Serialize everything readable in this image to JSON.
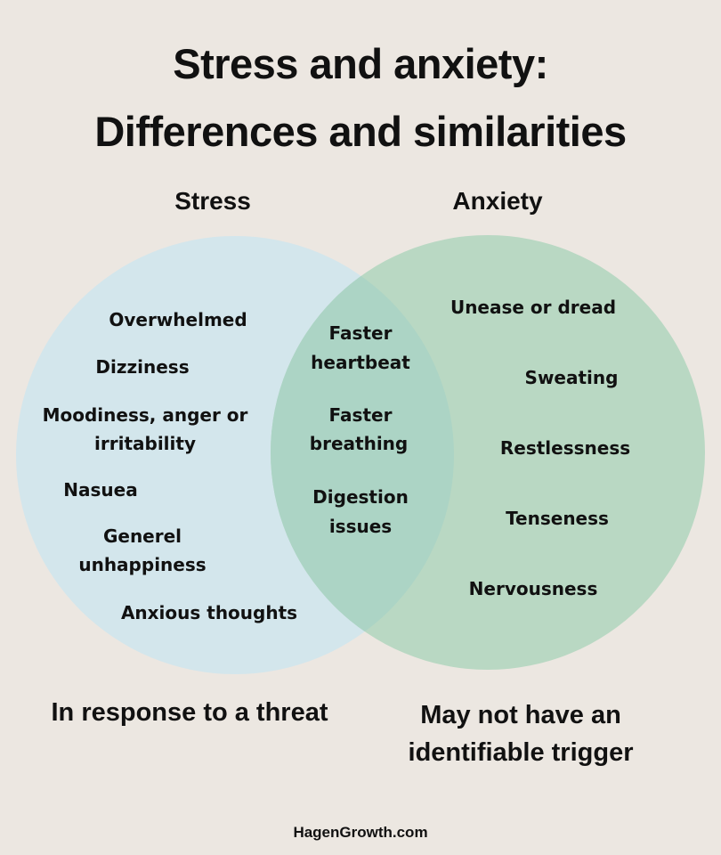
{
  "title": {
    "line1": "Stress and anxiety:",
    "line2": "Differences and similarities"
  },
  "colors": {
    "background": "#ECE7E1",
    "stress_circle": "#D3E6EC",
    "anxiety_circle": "#B9D8C3",
    "overlap": "#ACD4C5",
    "text": "#111111"
  },
  "sets": {
    "stress": {
      "label": "Stress",
      "items": [
        "Overwhelmed",
        "Dizziness",
        "Moodiness, anger or irritability",
        "Nasuea",
        "Generel unhappiness",
        "Anxious thoughts"
      ],
      "item_lines": {
        "overwhelmed": "Overwhelmed",
        "dizziness": "Dizziness",
        "moodiness_1": "Moodiness, anger or",
        "moodiness_2": "irritability",
        "nausea": "Nasuea",
        "unhappiness_1": "Generel",
        "unhappiness_2": "unhappiness",
        "anxious": "Anxious thoughts"
      },
      "description": "In response to a threat"
    },
    "anxiety": {
      "label": "Anxiety",
      "items": [
        "Unease or dread",
        "Sweating",
        "Restlessness",
        "Tenseness",
        "Nervousness"
      ],
      "item_lines": {
        "unease": "Unease or dread",
        "sweating": "Sweating",
        "restlessness": "Restlessness",
        "tenseness": "Tenseness",
        "nervousness": "Nervousness"
      },
      "description_line1": "May not have an",
      "description_line2": "identifiable trigger"
    },
    "shared": {
      "items": [
        "Faster heartbeat",
        "Faster breathing",
        "Digestion issues"
      ],
      "item_lines": {
        "heartbeat_1": "Faster",
        "heartbeat_2": "heartbeat",
        "breathing_1": "Faster",
        "breathing_2": "breathing",
        "digestion_1": "Digestion",
        "digestion_2": "issues"
      }
    }
  },
  "credit": "HagenGrowth.com"
}
